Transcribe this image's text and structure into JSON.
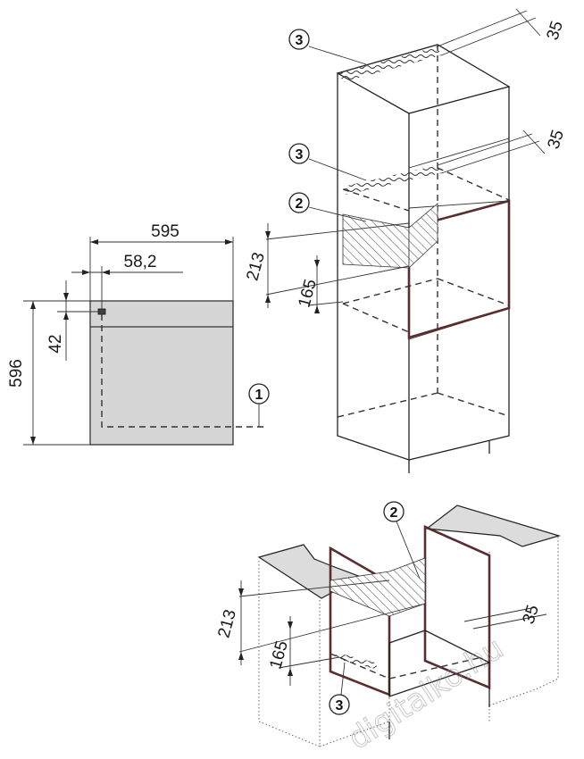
{
  "front_view": {
    "width_label": "595",
    "offset_label": "58,2",
    "height_label": "596",
    "top_offset_label": "42",
    "callout": "1"
  },
  "tall_cabinet": {
    "callouts": [
      "3",
      "3",
      "2"
    ],
    "top_depth_label": "35",
    "mid_depth_label": "35",
    "opening_label": "213",
    "lower_label": "165"
  },
  "base_cabinet": {
    "callouts": [
      "2",
      "3"
    ],
    "opening_label": "213",
    "lower_label": "165",
    "depth_label": "35"
  },
  "watermark": "digitalko.hu",
  "colors": {
    "line": "#222222",
    "front_panel": "#d6d6d6",
    "hatch": "#555555",
    "frame": "#5a2e2e"
  }
}
